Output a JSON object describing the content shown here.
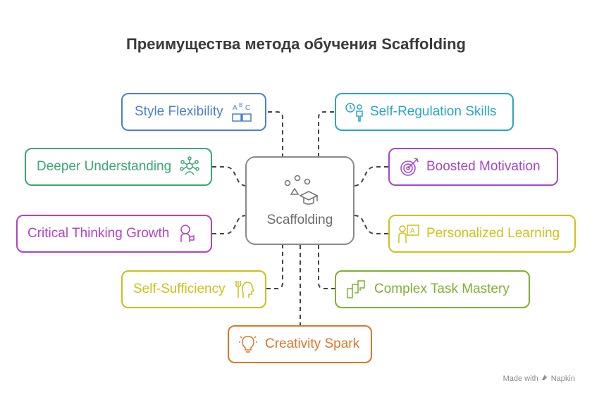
{
  "title": "Преимущества метода обучения Scaffolding",
  "center": {
    "label": "Scaffolding",
    "icon": "scaffolding-icon"
  },
  "nodes": [
    {
      "label": "Style Flexibility",
      "color": "#4a7fd4",
      "icon": "abc-book-icon"
    },
    {
      "label": "Self-Regulation Skills",
      "color": "#2aa6bf",
      "icon": "clock-person-icon"
    },
    {
      "label": "Deeper Understanding",
      "color": "#3aa872",
      "icon": "brain-network-icon"
    },
    {
      "label": "Boosted Motivation",
      "color": "#a347c9",
      "icon": "target-brain-icon"
    },
    {
      "label": "Critical Thinking Growth",
      "color": "#b044c4",
      "icon": "thinking-head-icon"
    },
    {
      "label": "Personalized Learning",
      "color": "#cfc21a",
      "icon": "teacher-board-icon"
    },
    {
      "label": "Self-Sufficiency",
      "color": "#c9c11a",
      "icon": "fork-head-icon"
    },
    {
      "label": "Complex Task Mastery",
      "color": "#7faf32",
      "icon": "puzzle-steps-icon"
    },
    {
      "label": "Creativity Spark",
      "color": "#d8782a",
      "icon": "lightbulb-icon"
    }
  ],
  "footer": {
    "made_with": "Made with",
    "brand": "Napkin",
    "icon": "napkin-logo-icon"
  }
}
